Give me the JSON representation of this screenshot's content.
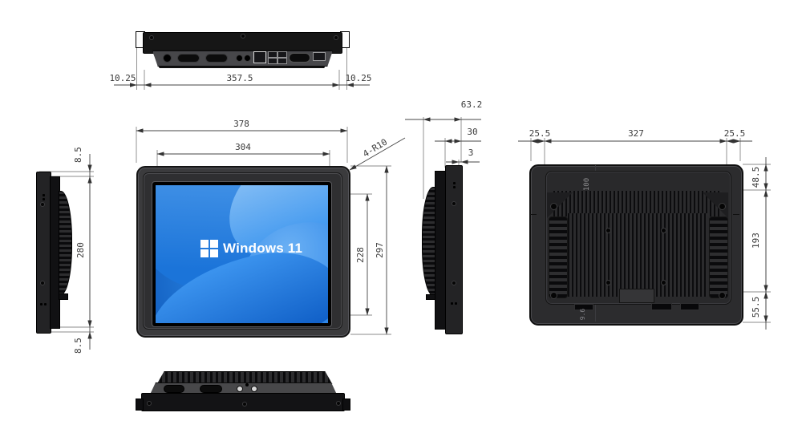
{
  "drawing": {
    "type": "engineering-dimension-drawing",
    "subject": "industrial touch panel PC, five orthographic views",
    "colors": {
      "case": "#2c2c2e",
      "bezel": "#3b3b3d",
      "wallpaper_blue": "#1b74d9",
      "dim_line": "#444444",
      "label_text": "#3a3a3a"
    }
  },
  "screen": {
    "os_label": "Windows 11"
  },
  "dims": {
    "top_left": "10.25",
    "top_width": "357.5",
    "top_right": "10.25",
    "front_width": "378",
    "front_screen_w": "304",
    "front_screen_h": "228",
    "front_height": "297",
    "corner_note": "4-R10",
    "side_top": "8.5",
    "side_height": "280",
    "side_bottom": "8.5",
    "depth_total": "63.2",
    "depth_body": "30",
    "depth_bezel": "3",
    "back_left": "25.5",
    "back_width": "327",
    "back_right": "25.5",
    "back_top": "48.5",
    "back_mid": "193",
    "back_bottom": "55.5",
    "vesa": "100",
    "back_note": "9.6"
  }
}
